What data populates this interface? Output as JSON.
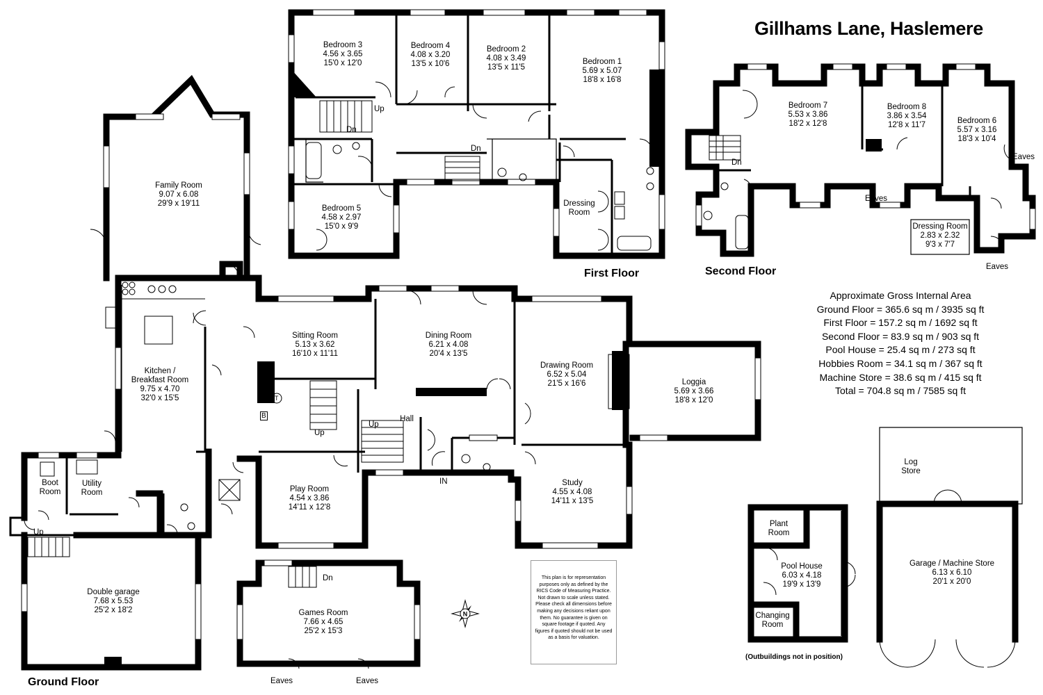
{
  "title": "Gillhams Lane, Haslemere",
  "floors": {
    "ground": "Ground Floor",
    "first": "First Floor",
    "second": "Second Floor"
  },
  "rooms": {
    "bedroom3": {
      "name": "Bedroom 3",
      "metric": "4.56 x 3.65",
      "imperial": "15'0 x 12'0"
    },
    "bedroom4": {
      "name": "Bedroom 4",
      "metric": "4.08 x 3.20",
      "imperial": "13'5 x 10'6"
    },
    "bedroom2": {
      "name": "Bedroom 2",
      "metric": "4.08 x 3.49",
      "imperial": "13'5 x 11'5"
    },
    "bedroom1": {
      "name": "Bedroom 1",
      "metric": "5.69 x 5.07",
      "imperial": "18'8 x 16'8"
    },
    "bedroom5": {
      "name": "Bedroom 5",
      "metric": "4.58 x 2.97",
      "imperial": "15'0 x 9'9"
    },
    "dressing_first": {
      "name": "Dressing Room"
    },
    "bedroom7": {
      "name": "Bedroom 7",
      "metric": "5.53 x 3.86",
      "imperial": "18'2 x 12'8"
    },
    "bedroom8": {
      "name": "Bedroom 8",
      "metric": "3.86 x 3.54",
      "imperial": "12'8 x 11'7"
    },
    "bedroom6": {
      "name": "Bedroom 6",
      "metric": "5.57 x 3.16",
      "imperial": "18'3 x 10'4"
    },
    "dressing_second": {
      "name": "Dressing Room",
      "metric": "2.83 x 2.32",
      "imperial": "9'3 x 7'7"
    },
    "family": {
      "name": "Family Room",
      "metric": "9.07 x 6.08",
      "imperial": "29'9 x 19'11"
    },
    "kitchen": {
      "name": "Kitchen /",
      "name2": "Breakfast Room",
      "metric": "9.75 x 4.70",
      "imperial": "32'0 x 15'5"
    },
    "sitting": {
      "name": "Sitting Room",
      "metric": "5.13 x 3.62",
      "imperial": "16'10 x 11'11"
    },
    "dining": {
      "name": "Dining Room",
      "metric": "6.21 x 4.08",
      "imperial": "20'4 x 13'5"
    },
    "drawing": {
      "name": "Drawing Room",
      "metric": "6.52 x 5.04",
      "imperial": "21'5 x 16'6"
    },
    "loggia": {
      "name": "Loggia",
      "metric": "5.69 x 3.66",
      "imperial": "18'8 x 12'0"
    },
    "hall": {
      "name": "Hall"
    },
    "play": {
      "name": "Play Room",
      "metric": "4.54 x 3.86",
      "imperial": "14'11 x 12'8"
    },
    "study": {
      "name": "Study",
      "metric": "4.55 x 4.08",
      "imperial": "14'11 x 13'5"
    },
    "boot": {
      "name": "Boot",
      "name2": "Room"
    },
    "utility": {
      "name": "Utility",
      "name2": "Room"
    },
    "garage": {
      "name": "Double garage",
      "metric": "7.68 x 5.53",
      "imperial": "25'2 x 18'2"
    },
    "games": {
      "name": "Games Room",
      "metric": "7.66 x 4.65",
      "imperial": "25'2 x 15'3"
    },
    "log": {
      "name": "Log",
      "name2": "Store"
    },
    "machine": {
      "name": "Garage / Machine Store",
      "metric": "6.13 x 6.10",
      "imperial": "20'1 x 20'0"
    },
    "plant": {
      "name": "Plant",
      "name2": "Room"
    },
    "pool": {
      "name": "Pool House",
      "metric": "6.03 x 4.18",
      "imperial": "19'9 x 13'9"
    },
    "changing": {
      "name": "Changing",
      "name2": "Room"
    }
  },
  "labels": {
    "up": "Up",
    "dn": "Dn",
    "eaves": "Eaves",
    "in": "IN",
    "t": "T",
    "b": "B"
  },
  "area": {
    "heading": "Approximate Gross Internal Area",
    "lines": [
      "Ground Floor = 365.6 sq m / 3935 sq ft",
      "First Floor = 157.2 sq m / 1692 sq ft",
      "Second Floor = 83.9 sq m / 903 sq ft",
      "Pool House = 25.4 sq m / 273 sq ft",
      "Hobbies Room = 34.1 sq m / 367 sq ft",
      "Machine Store = 38.6 sq m / 415 sq ft",
      "Total = 704.8 sq m / 7585 sq ft"
    ]
  },
  "disclaimer": "This plan is for representation purposes only as defined by the RICS Code of Measuring Practice. Not drawn to scale unless stated. Please check all dimensions before making any decisions reliant upon them. No guarantee is given on square footage if quoted. Any figures if quoted should not be used as a basis for valuation.",
  "outbuildings_note": "(Outbuildings not in position)",
  "compass_letter": "N",
  "colors": {
    "wall": "#000000",
    "background": "#ffffff"
  }
}
